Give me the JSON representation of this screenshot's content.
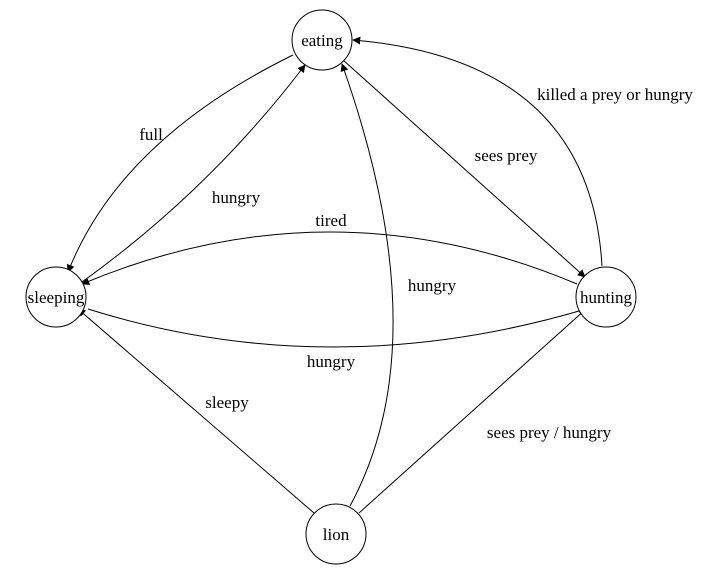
{
  "diagram": {
    "nodes": {
      "eating": "eating",
      "sleeping": "sleeping",
      "hunting": "hunting",
      "lion": "lion"
    },
    "edges": {
      "eating_to_sleeping": "full",
      "sleeping_to_eating": "hungry",
      "eating_to_hunting": "sees prey",
      "hunting_to_eating": "killed a prey or hungry",
      "hunting_to_sleeping": "tired",
      "sleeping_to_hunting": "hungry",
      "lion_to_eating": "hungry",
      "lion_to_sleeping": "sleepy",
      "lion_to_hunting": "sees prey / hungry"
    }
  }
}
